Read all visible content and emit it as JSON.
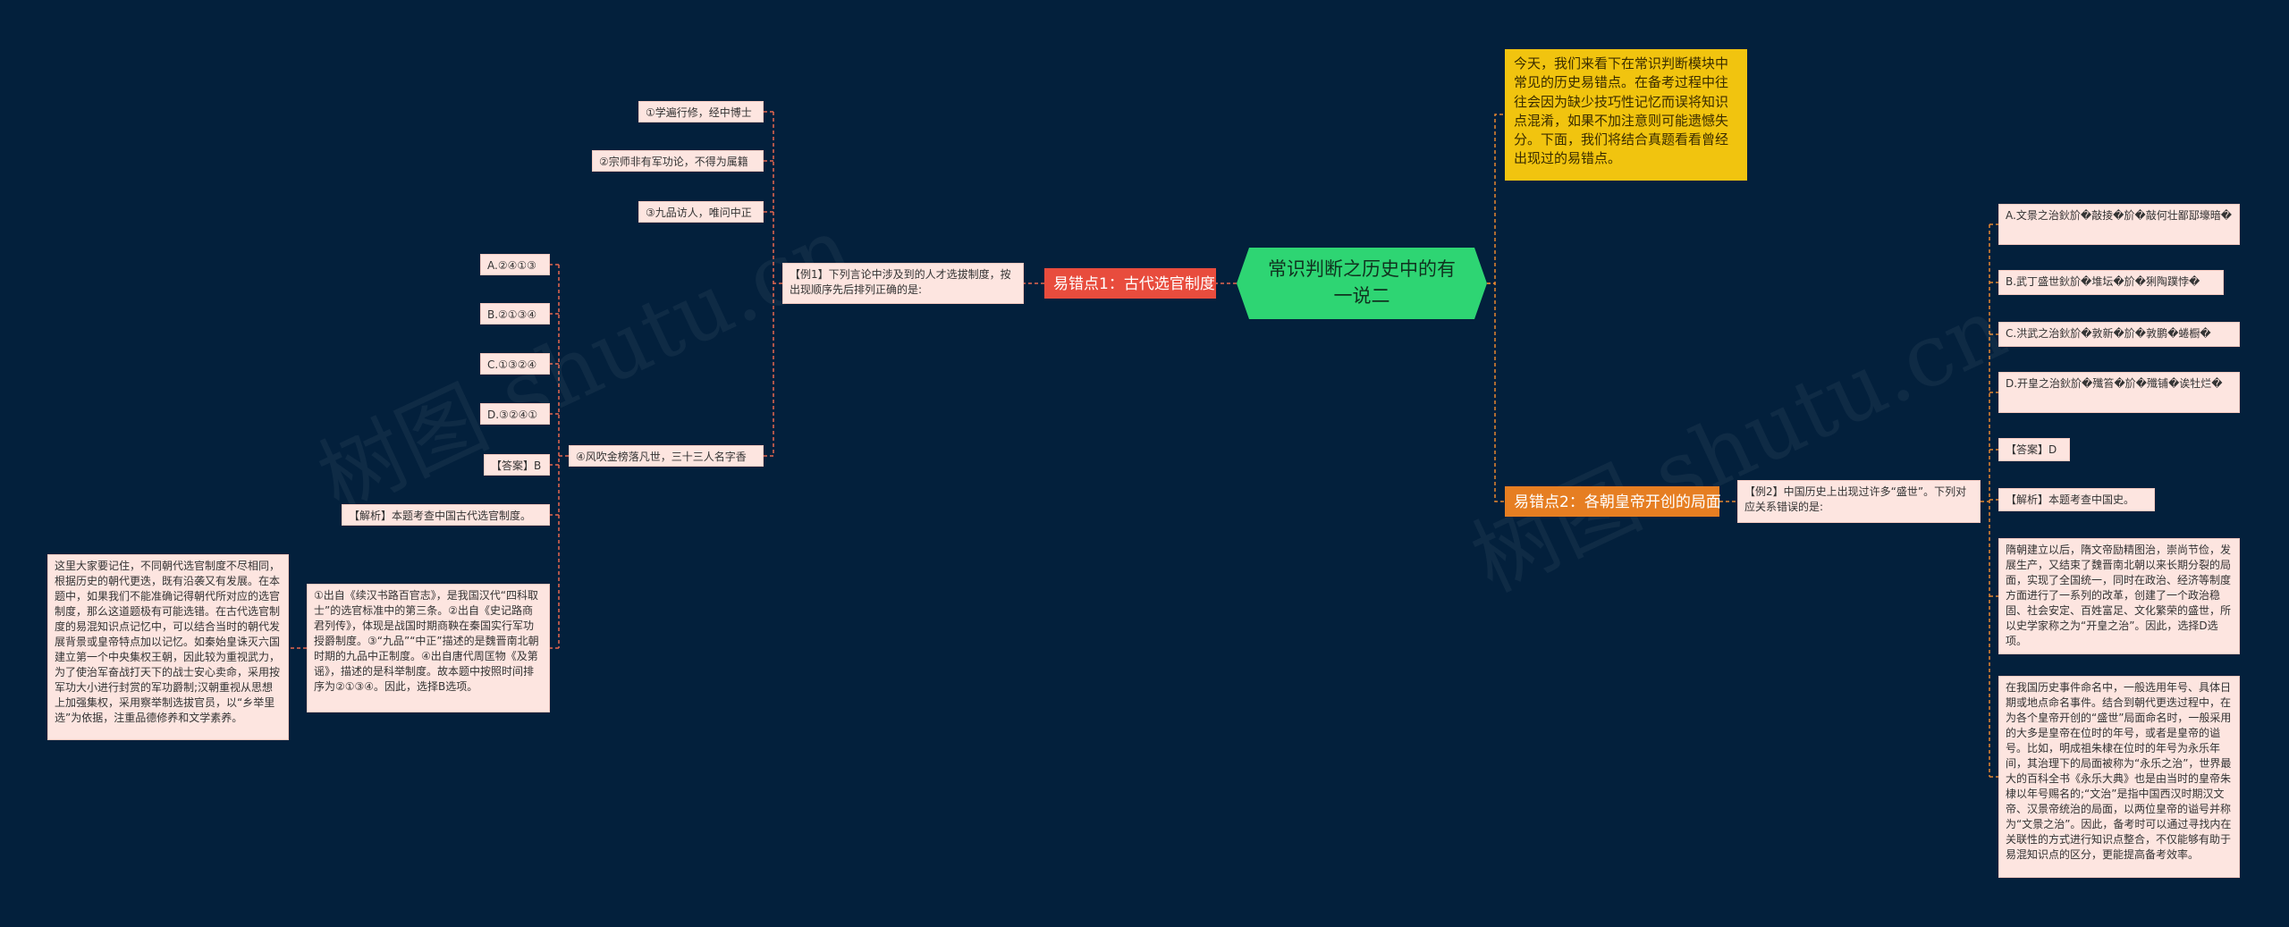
{
  "watermark": "树图 shutu.cn",
  "root": {
    "title": "常识判断之历史中的有一说二"
  },
  "intro": {
    "text": "今天，我们来看下在常识判断模块中常见的历史易错点。在备考过程中往往会因为缺少技巧性记忆而误将知识点混淆，如果不加注意则可能遗憾失分。下面，我们将结合真题看看曾经出现过的易错点。"
  },
  "branch1": {
    "label": "易错点1：古代选官制度",
    "question": "【例1】下列言论中涉及到的人才选拔制度，按出现顺序先后排列正确的是:",
    "statements": [
      "①学遍行修，经中博士",
      "②宗师非有军功论，不得为属籍",
      "③九品访人，唯问中正",
      "④风吹金榜落凡世，三十三人名字香"
    ],
    "options": [
      "A.②④①③",
      "B.②①③④",
      "C.①③②④",
      "D.③②④①"
    ],
    "answer": "【答案】B",
    "analysis_title": "【解析】本题考查中国古代选官制度。",
    "analysis": "①出自《续汉书路百官志》，是我国汉代“四科取士”的选官标准中的第三条。②出自《史记路商君列传》，体现是战国时期商鞅在秦国实行军功授爵制度。③“九品”“中正”描述的是魏晋南北朝时期的九品中正制度。④出自唐代周匡物《及第谣》，描述的是科举制度。故本题中按照时间排序为②①③④。因此，选择B选项。",
    "note": "这里大家要记住，不同朝代选官制度不尽相同，根据历史的朝代更迭，既有沿袭又有发展。在本题中，如果我们不能准确记得朝代所对应的选官制度，那么这道题极有可能选错。在古代选官制度的易混知识点记忆中，可以结合当时的朝代发展背景或皇帝特点加以记忆。如秦始皇诛灭六国建立第一个中央集权王朝，因此较为重视武力，为了使治军奋战打天下的战士安心卖命，采用按军功大小进行封赏的军功爵制;汉朝重视从思想上加强集权，采用察举制选拔官员，以“乡举里选”为依据，注重品德修养和文学素养。"
  },
  "branch2": {
    "label": "易错点2：各朝皇帝开创的局面",
    "question": "【例2】中国历史上出现过许多“盛世”。下列对应关系错误的是:",
    "options": [
      "A.文景之治鈥斺�敲掕�斺�敲何壮鄙邷壕暗�",
      "B.武丁盛世鈥斺�堆坛�斺�猁陶蹼悖�",
      "C.洪武之治鈥斺�敦新�斺�敦鹏�蜷橱�",
      "D.开皇之治鈥斺�殲笞�斺�殲铺�诶牡烂�"
    ],
    "answer": "【答案】D",
    "analysis_title": "【解析】本题考查中国史。",
    "analysis": "隋朝建立以后，隋文帝励精图治，崇尚节俭，发展生产，又结束了魏晋南北朝以来长期分裂的局面，实现了全国统一，同时在政治、经济等制度方面进行了一系列的改革，创建了一个政治稳固、社会安定、百姓富足、文化繁荣的盛世，所以史学家称之为“开皇之治”。因此，选择D选项。",
    "note": "在我国历史事件命名中，一般选用年号、具体日期或地点命名事件。结合到朝代更迭过程中，在为各个皇帝开创的“盛世”局面命名时，一般采用的大多是皇帝在位时的年号，或者是皇帝的谥号。比如，明成祖朱棣在位时的年号为永乐年间，其治理下的局面被称为“永乐之治”，世界最大的百科全书《永乐大典》也是由当时的皇帝朱棣以年号赐名的;“文治”是指中国西汉时期汉文帝、汉景帝统治的局面，以两位皇帝的谥号并称为“文景之治”。因此，备考时可以通过寻找内在关联性的方式进行知识点整合，不仅能够有助于易混知识点的区分，更能提高备考效率。"
  }
}
